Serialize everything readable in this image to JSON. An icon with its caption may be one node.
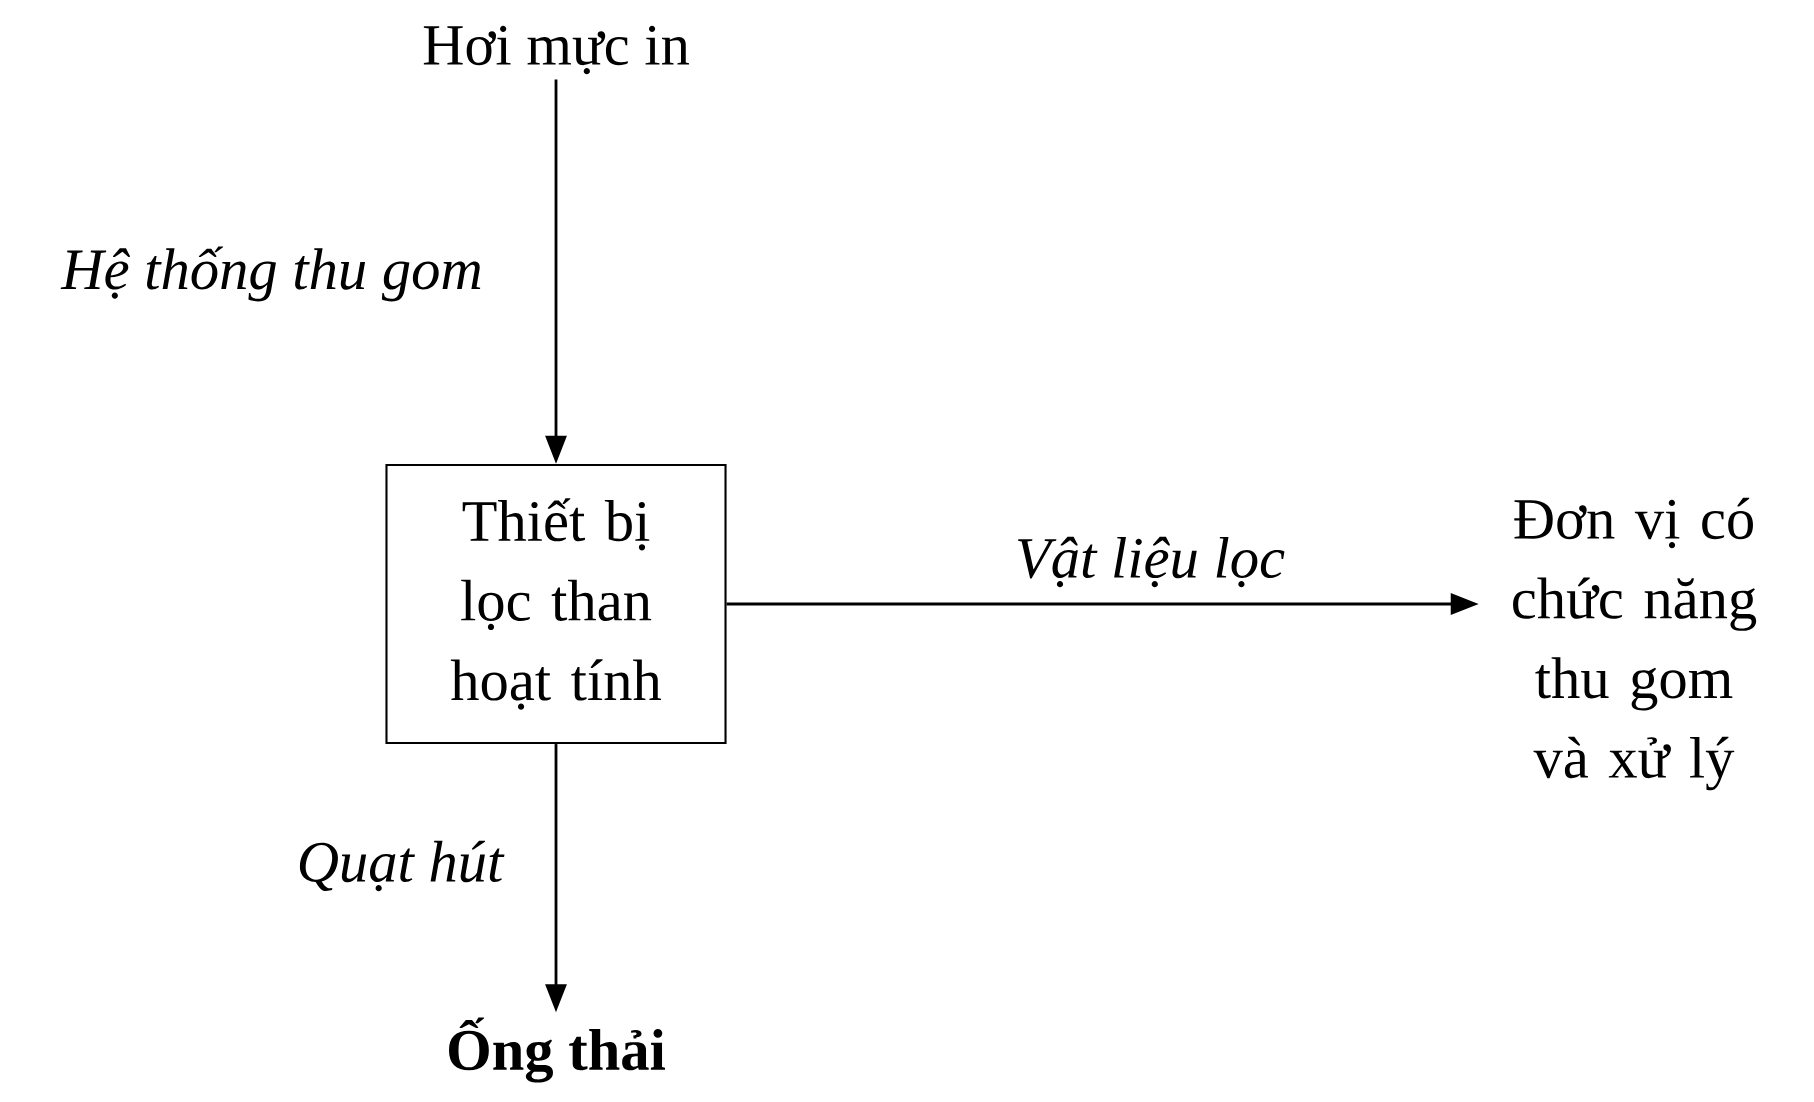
{
  "diagram": {
    "nodes": [
      {
        "text": [
          "Hơi mực in"
        ]
      },
      {
        "text": [
          "Thiết bị lọc than hoạt tính"
        ]
      },
      {
        "text": [
          "Đơn vị có chức năng thu gom và xử lý"
        ]
      },
      {
        "text": [
          "Ống thải"
        ]
      }
    ],
    "edges": [
      {
        "from": 0,
        "to": 1,
        "arrow": "to",
        "label": "Hệ thống thu gom"
      },
      {
        "from": 1,
        "to": 2,
        "arrow": "to",
        "label": "Vật liệu lọc"
      },
      {
        "from": 1,
        "to": 3,
        "arrow": "to",
        "label": "Quạt hút"
      }
    ]
  }
}
